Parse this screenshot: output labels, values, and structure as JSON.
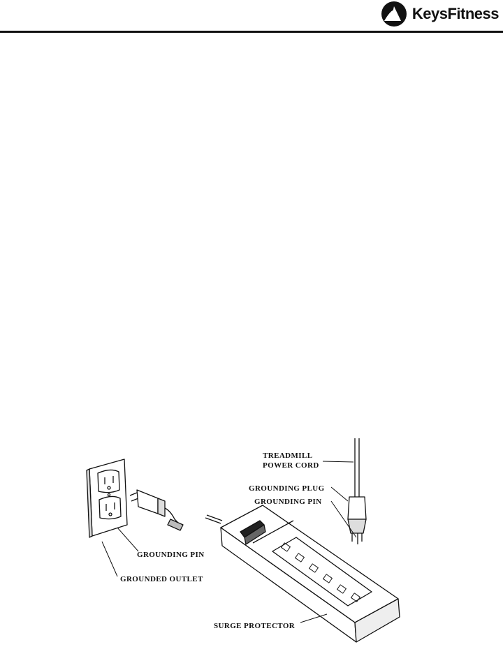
{
  "header": {
    "brand_name": "KeysFitness",
    "brand_part1": "Keys",
    "brand_part2": "Fitness"
  },
  "illustration": {
    "labels": {
      "treadmill_power_cord_line1": "TREADMILL",
      "treadmill_power_cord_line2": "POWER CORD",
      "grounding_plug": "GROUNDING PLUG",
      "grounding_pin_right": "GROUNDING PIN",
      "grounding_pin_left": "GROUNDING PIN",
      "grounded_outlet": "GROUNDED OUTLET",
      "surge_protector": "SURGE PROTECTOR"
    }
  }
}
